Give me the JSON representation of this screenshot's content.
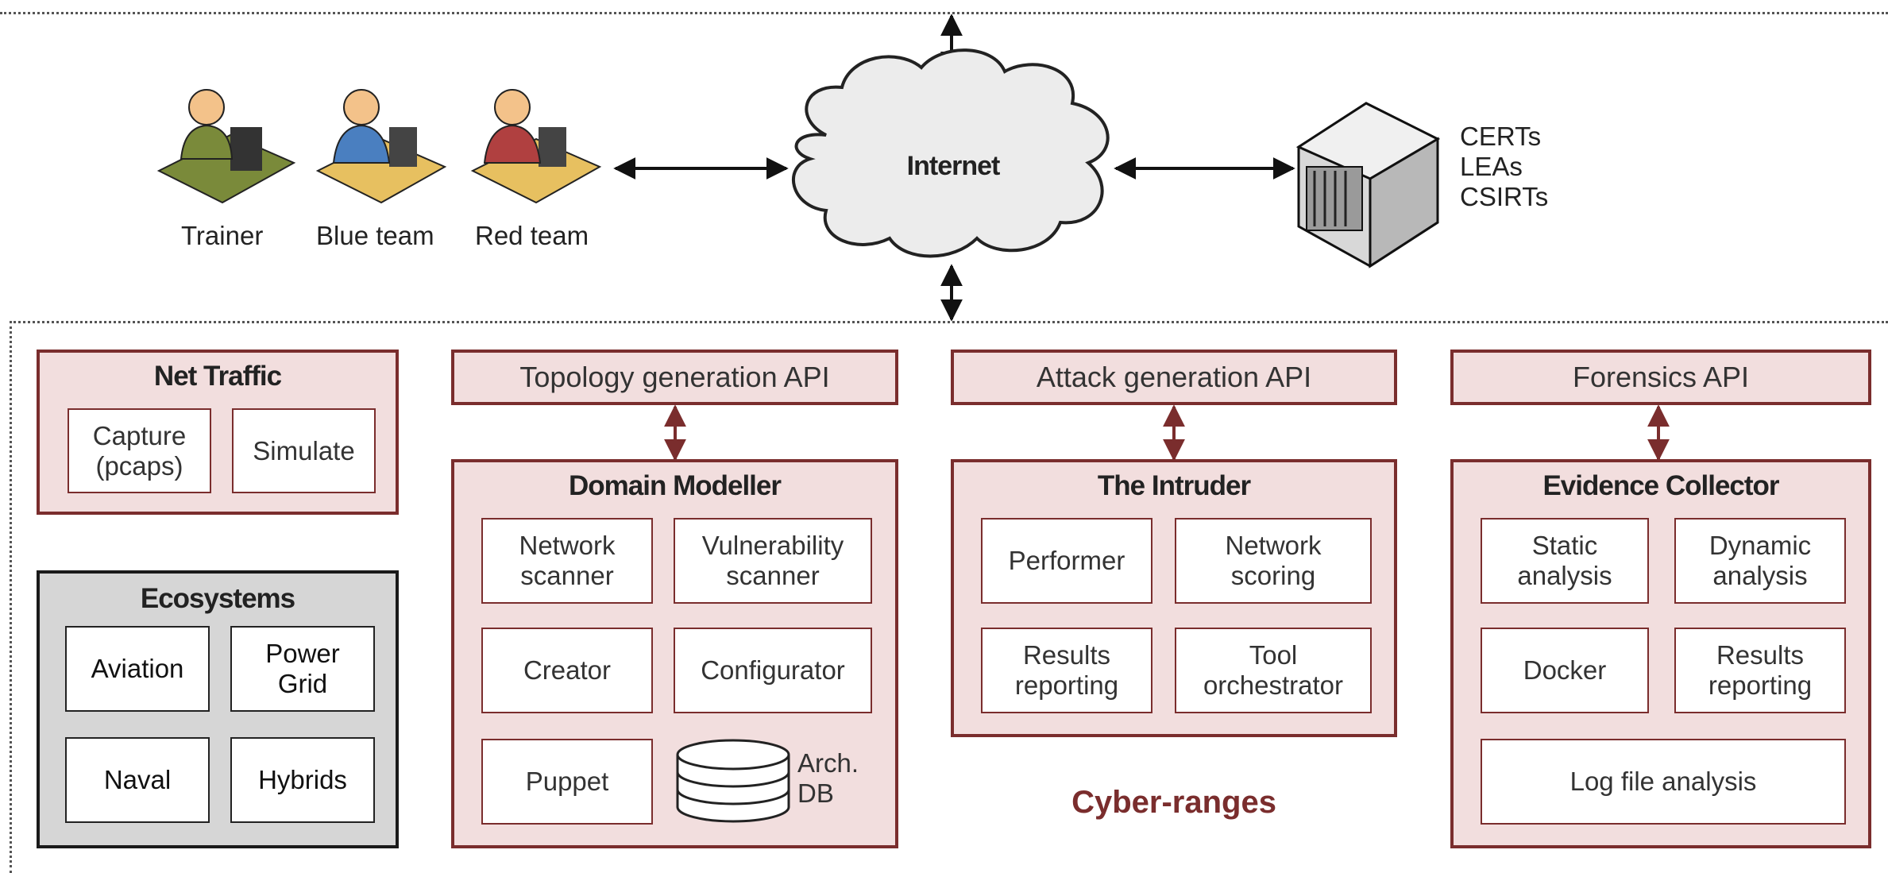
{
  "top": {
    "people": [
      {
        "label": "Trainer",
        "icon": "trainer-workstation-icon",
        "color": "#7a8a3a"
      },
      {
        "label": "Blue team",
        "icon": "blue-team-workstation-icon",
        "color": "#4a7fc0"
      },
      {
        "label": "Red team",
        "icon": "red-team-workstation-icon",
        "color": "#b04040"
      }
    ],
    "internet_label": "Internet",
    "server_icon": "server-icon",
    "external_orgs": [
      "CERTs",
      "LEAs",
      "CSIRTs"
    ]
  },
  "net_traffic": {
    "title": "Net Traffic",
    "items": [
      "Capture\n(pcaps)",
      "Simulate"
    ]
  },
  "ecosystems": {
    "title": "Ecosystems",
    "items": [
      "Aviation",
      "Power\nGrid",
      "Naval",
      "Hybrids"
    ]
  },
  "domain_modeller": {
    "api": "Topology generation API",
    "title": "Domain Modeller",
    "items": [
      "Network\nscanner",
      "Vulnerability\nscanner",
      "Creator",
      "Configurator",
      "Puppet"
    ],
    "db_label": "Arch.\nDB"
  },
  "intruder": {
    "api": "Attack generation API",
    "title": "The Intruder",
    "items": [
      "Performer",
      "Network\nscoring",
      "Results\nreporting",
      "Tool\norchestrator"
    ]
  },
  "evidence_collector": {
    "api": "Forensics API",
    "title": "Evidence Collector",
    "items": [
      "Static\nanalysis",
      "Dynamic\nanalysis",
      "Docker",
      "Results\nreporting",
      "Log file analysis"
    ]
  },
  "cyber_ranges_label": "Cyber-ranges",
  "colors": {
    "module_fill": "#f2dede",
    "module_border": "#7a2d2d",
    "eco_fill": "#d6d6d6",
    "accent": "#7a2d2d"
  }
}
